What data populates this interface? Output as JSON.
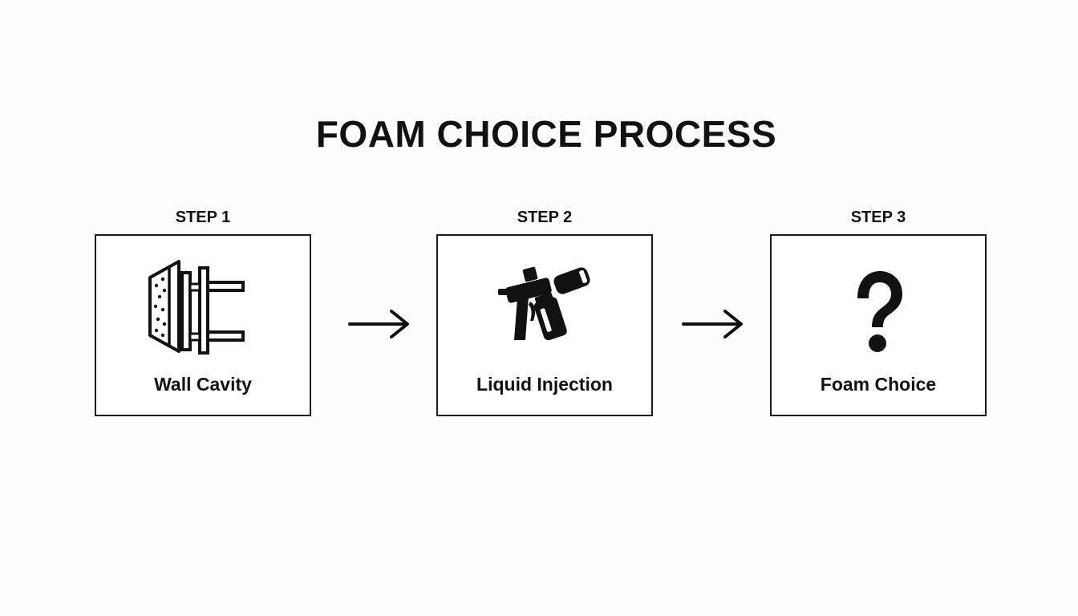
{
  "title": "FOAM CHOICE PROCESS",
  "steps": [
    {
      "step_label": "STEP 1",
      "box_label": "Wall Cavity",
      "icon": "wall-cavity-icon"
    },
    {
      "step_label": "STEP 2",
      "box_label": "Liquid Injection",
      "icon": "spray-gun-icon"
    },
    {
      "step_label": "STEP 3",
      "box_label": "Foam Choice",
      "icon": "question-mark-icon"
    }
  ],
  "connectors": [
    "arrow-right-icon",
    "arrow-right-icon"
  ],
  "colors": {
    "background": "#fdfdfd",
    "ink": "#111111",
    "box_fill": "#ffffff"
  }
}
